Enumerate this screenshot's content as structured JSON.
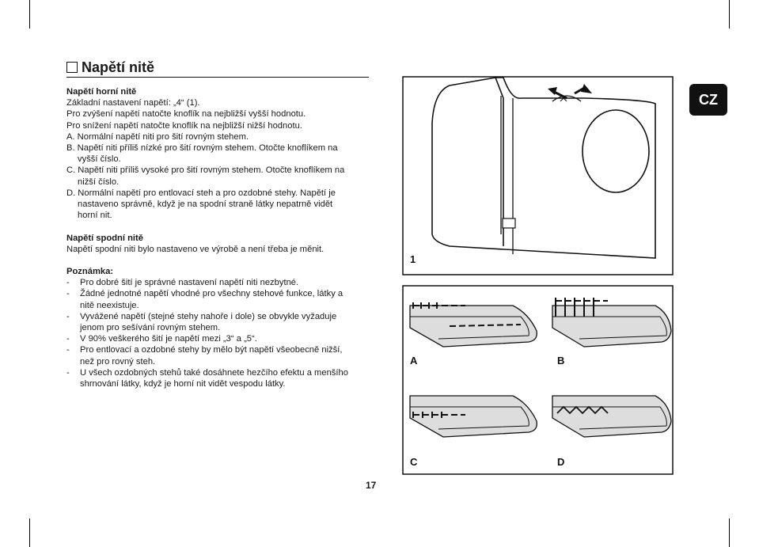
{
  "heading": {
    "title": "Napětí nitě"
  },
  "upper": {
    "title": "Napětí horní nitě",
    "lines": [
      "Základní nastavení napětí: „4“ (1).",
      "Pro zvýšení napětí natočte knoflík na nejbližší vyšší hodnotu.",
      "Pro snížení napětí natočte knoflík na nejbližší nižší hodnotu."
    ],
    "items": [
      {
        "l1": "A. Normální napětí niti pro šití rovným stehem.",
        "l2": ""
      },
      {
        "l1": "B. Napětí niti příliš nízké pro šití rovným stehem. Otočte knoflíkem na",
        "l2": "vyšší číslo."
      },
      {
        "l1": "C. Napětí niti příliš vysoké pro šití rovným stehem. Otočte knoflíkem na",
        "l2": "nižší číslo."
      },
      {
        "l1": "D. Normální napětí pro entlovací steh a pro ozdobné stehy. Napětí je",
        "l2": "nastaveno správně, když je na spodní straně látky nepatrně vidět",
        "l3": "horní nit."
      }
    ]
  },
  "lower": {
    "title": "Napětí spodní nitě",
    "text": "Napětí spodní niti bylo nastaveno ve výrobě a není třeba je měnit."
  },
  "note": {
    "title": "Poznámka:",
    "items": [
      {
        "l1": "Pro dobré šití je správné nastavení napětí niti nezbytné.",
        "l2": ""
      },
      {
        "l1": "Žádné jednotné napětí vhodné pro všechny stehové funkce, látky a",
        "l2": "nitě neexistuje."
      },
      {
        "l1": "Vyvážené napětí (stejné stehy nahoře i dole) se obvykle vyžaduje",
        "l2": "jenom pro sešívání rovným stehem."
      },
      {
        "l1": "V 90% veškerého šití je napětí mezi „3“ a „5“.",
        "l2": ""
      },
      {
        "l1": "Pro entlovací a ozdobné stehy by mělo být napětí všeobecně nižší,",
        "l2": "než pro rovný steh."
      },
      {
        "l1": "U všech ozdobných stehů také dosáhnete hezčího efektu a menšího",
        "l2": "shrnování látky, když je horní nit vidět vespodu látky."
      }
    ],
    "dash": "-"
  },
  "lang_badge": "CZ",
  "figures": {
    "fig1_label": "1",
    "a": "A",
    "b": "B",
    "c": "C",
    "d": "D"
  },
  "page_number": "17"
}
